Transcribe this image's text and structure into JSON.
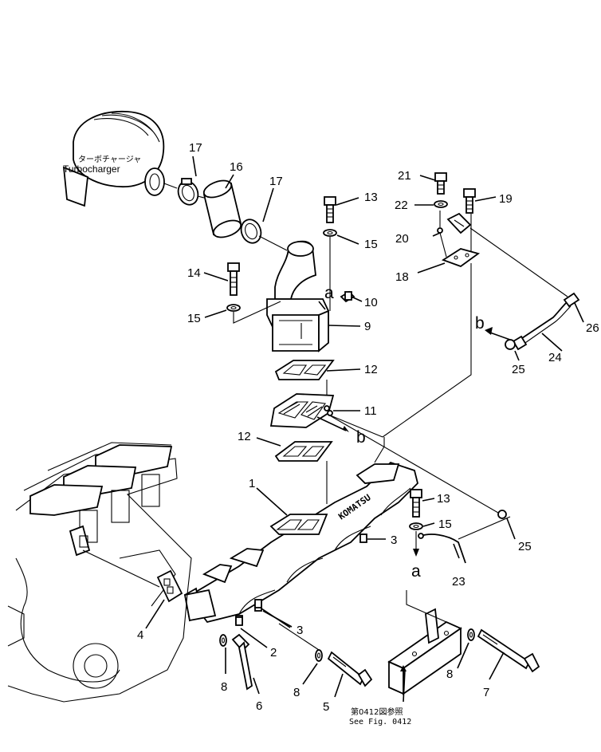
{
  "parts": [
    {
      "id": "1",
      "label": "1"
    },
    {
      "id": "2",
      "label": "2"
    },
    {
      "id": "3a",
      "label": "3"
    },
    {
      "id": "3b",
      "label": "3"
    },
    {
      "id": "4",
      "label": "4"
    },
    {
      "id": "5",
      "label": "5"
    },
    {
      "id": "6",
      "label": "6"
    },
    {
      "id": "7",
      "label": "7"
    },
    {
      "id": "8a",
      "label": "8"
    },
    {
      "id": "8b",
      "label": "8"
    },
    {
      "id": "8c",
      "label": "8"
    },
    {
      "id": "9",
      "label": "9"
    },
    {
      "id": "10",
      "label": "10"
    },
    {
      "id": "11",
      "label": "11"
    },
    {
      "id": "12a",
      "label": "12"
    },
    {
      "id": "12b",
      "label": "12"
    },
    {
      "id": "13a",
      "label": "13"
    },
    {
      "id": "13b",
      "label": "13"
    },
    {
      "id": "14",
      "label": "14"
    },
    {
      "id": "15a",
      "label": "15"
    },
    {
      "id": "15b",
      "label": "15"
    },
    {
      "id": "15c",
      "label": "15"
    },
    {
      "id": "16",
      "label": "16"
    },
    {
      "id": "17a",
      "label": "17"
    },
    {
      "id": "17b",
      "label": "17"
    },
    {
      "id": "18",
      "label": "18"
    },
    {
      "id": "19",
      "label": "19"
    },
    {
      "id": "20",
      "label": "20"
    },
    {
      "id": "21",
      "label": "21"
    },
    {
      "id": "22",
      "label": "22"
    },
    {
      "id": "23",
      "label": "23"
    },
    {
      "id": "24",
      "label": "24"
    },
    {
      "id": "25a",
      "label": "25"
    },
    {
      "id": "25b",
      "label": "25"
    },
    {
      "id": "26",
      "label": "26"
    }
  ],
  "letters": {
    "a_top": "a",
    "a_bottom": "a",
    "b_mid": "b",
    "b_right": "b"
  },
  "turbo": {
    "jp": "ターボチャージャ",
    "en": "Turbocharger"
  },
  "see_ref": {
    "jp": "第0412図参照",
    "en": "See Fig. 0412"
  },
  "brand": "KOMATSU"
}
